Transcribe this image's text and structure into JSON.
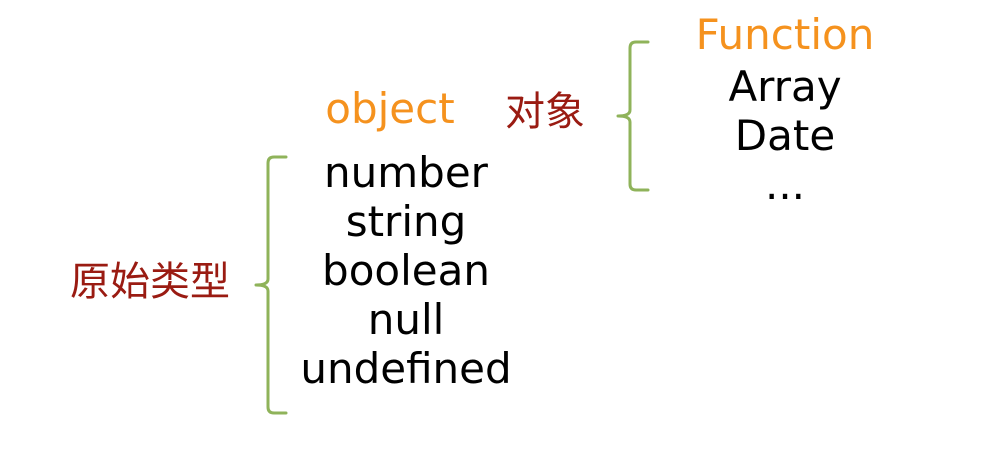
{
  "labels": {
    "object": "object",
    "objects_cn": "对象",
    "primitive_cn": "原始类型",
    "function": "Function"
  },
  "primitive_types": [
    "number",
    "string",
    "boolean",
    "null",
    "undefined"
  ],
  "object_types": [
    "Array",
    "Date",
    "..."
  ],
  "colors": {
    "orange": "#f5921e",
    "dark_red": "#9a1b12",
    "brace_green": "#8fb35a",
    "text": "#000000"
  }
}
